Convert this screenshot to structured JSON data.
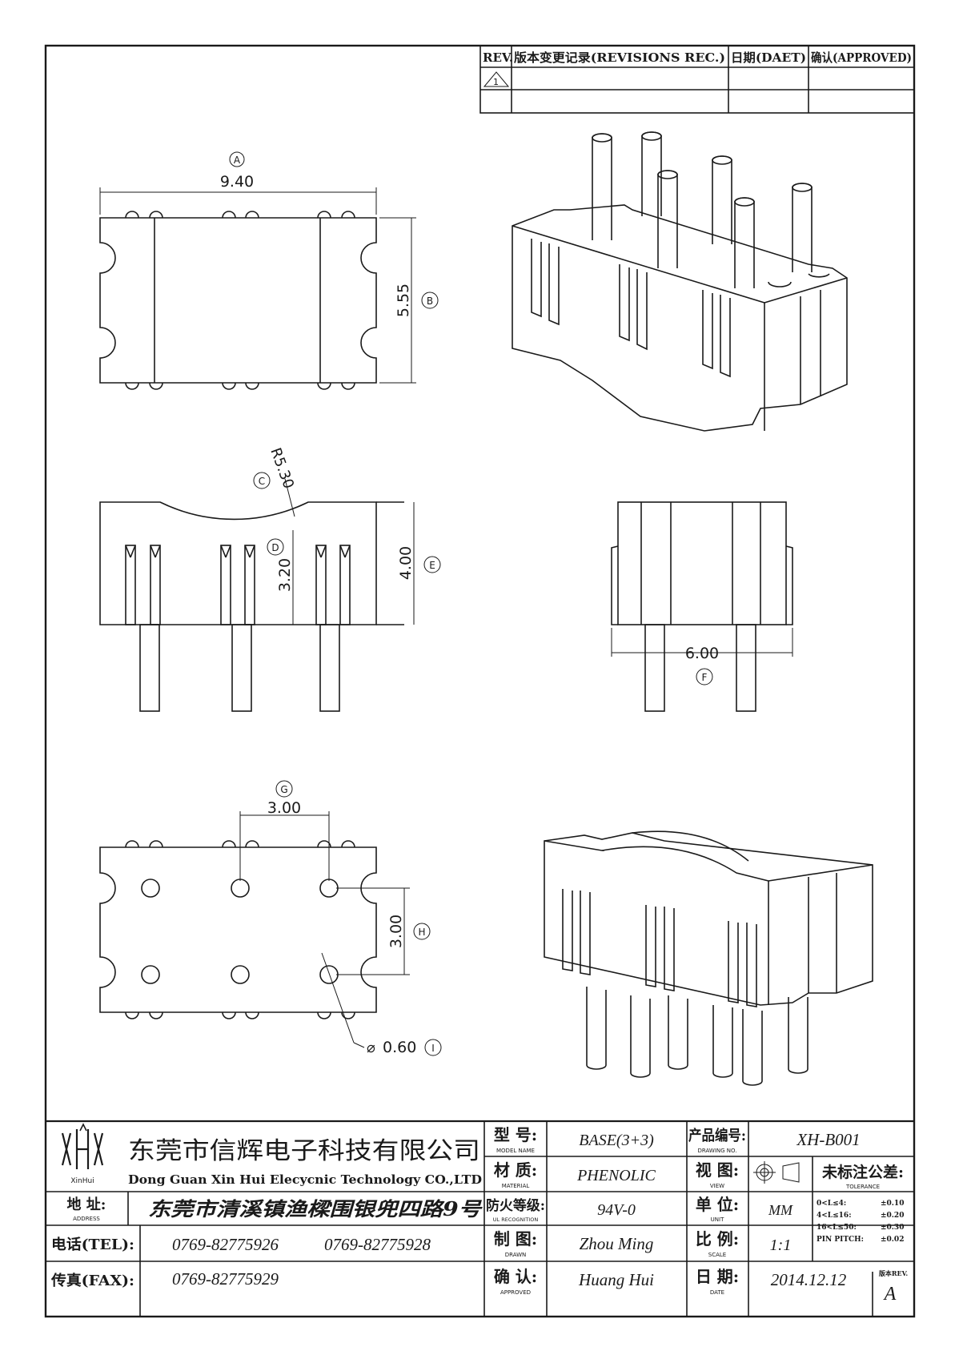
{
  "revisions": {
    "headers": [
      "REV.",
      "版本变更记录(REVISIONS REC.)",
      "日期(DAET)",
      "确认(APPROVED)"
    ],
    "rev_mark": "1"
  },
  "dimensions": {
    "a": {
      "label": "A",
      "value": "9.40"
    },
    "b": {
      "label": "B",
      "value": "5.55"
    },
    "c": {
      "label": "C",
      "value": "R5.30"
    },
    "d": {
      "label": "D",
      "value": "3.20"
    },
    "e": {
      "label": "E",
      "value": "4.00"
    },
    "f": {
      "label": "F",
      "value": "6.00"
    },
    "g": {
      "label": "G",
      "value": "3.00"
    },
    "h": {
      "label": "H",
      "value": "3.00"
    },
    "i": {
      "label": "I",
      "value": "0.60",
      "prefix": "⌀"
    }
  },
  "title_block": {
    "company_cn": "东莞市信辉电子科技有限公司",
    "company_en": "Dong Guan Xin Hui Elecycnic Technology CO.,LTD",
    "logo_text": "XinHui",
    "address_label": "地 址:",
    "address_label_en": "ADDRESS",
    "address": "东莞市清溪镇渔樑围银兜四路9号",
    "tel_label": "电话(TEL):",
    "tel1": "0769-82775926",
    "tel2": "0769-82775928",
    "fax_label": "传真(FAX):",
    "fax": "0769-82775929",
    "model_label": "型 号:",
    "model_label_en": "MODEL NAME",
    "model": "BASE(3+3)",
    "material_label": "材 质:",
    "material_label_en": "MATERIAL",
    "material": "PHENOLIC",
    "fire_label": "防火等级:",
    "fire_label_en": "UL RECOGNITION",
    "fire": "94V-0",
    "drawn_label": "制 图:",
    "drawn_label_en": "DRAWN",
    "drawn": "Zhou Ming",
    "approved_label": "确 认:",
    "approved_label_en": "APPROVED",
    "approved": "Huang Hui",
    "part_no_label": "产品编号:",
    "part_no_label_en": "DRAWING NO.",
    "part_no": "XH-B001",
    "view_label": "视 图:",
    "view_label_en": "VIEW",
    "unit_label": "单 位:",
    "unit_label_en": "UNIT",
    "unit": "MM",
    "scale_label": "比 例:",
    "scale_label_en": "SCALE",
    "scale": "1:1",
    "date_label": "日 期:",
    "date_label_en": "DATE",
    "date": "2014.12.12",
    "tolerance_label": "未标注公差:",
    "tolerance_label_en": "TOLERANCE",
    "tolerances": [
      {
        "range": "0<L≤4:",
        "tol": "±0.10"
      },
      {
        "range": "4<L≤16:",
        "tol": "±0.20"
      },
      {
        "range": "16<L≤50:",
        "tol": "±0.30"
      },
      {
        "range": "PIN PITCH:",
        "tol": "±0.02"
      }
    ],
    "rev_label": "版本REV.",
    "rev": "A"
  }
}
